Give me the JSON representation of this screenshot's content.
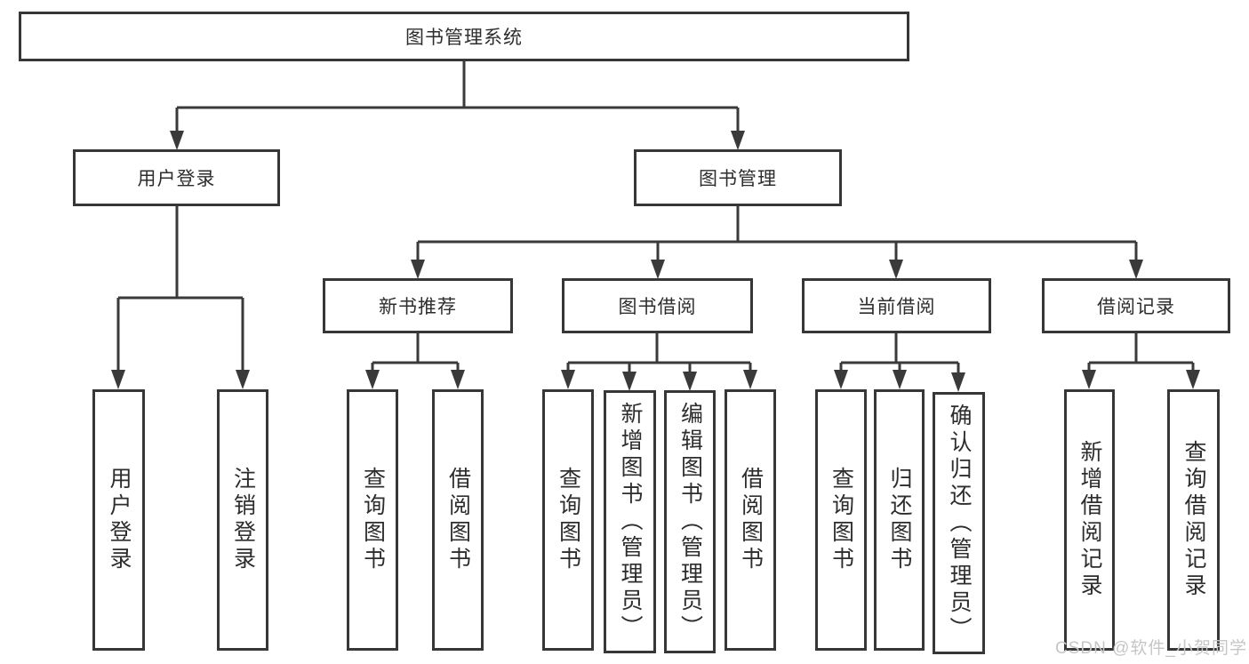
{
  "root": {
    "label": "图书管理系统"
  },
  "branches": [
    {
      "label": "用户登录",
      "children": [
        {
          "label": "用户登录"
        },
        {
          "label": "注销登录"
        }
      ]
    },
    {
      "label": "图书管理",
      "children": [
        {
          "label": "新书推荐",
          "children": [
            {
              "label": "查询图书"
            },
            {
              "label": "借阅图书"
            }
          ]
        },
        {
          "label": "图书借阅",
          "children": [
            {
              "label": "查询图书"
            },
            {
              "label": "新增图书（管理员）"
            },
            {
              "label": "编辑图书（管理员）"
            },
            {
              "label": "借阅图书"
            }
          ]
        },
        {
          "label": "当前借阅",
          "children": [
            {
              "label": "查询图书"
            },
            {
              "label": "归还图书"
            },
            {
              "label": "确认归还（管理员）"
            }
          ]
        },
        {
          "label": "借阅记录",
          "children": [
            {
              "label": "新增借阅记录"
            },
            {
              "label": "查询借阅记录"
            }
          ]
        }
      ]
    }
  ],
  "watermark": {
    "text": "CSDN @软件_小贺同学"
  },
  "colors": {
    "line": "#3a3a3a",
    "box_border": "#373737",
    "text": "#2d2d2d",
    "watermark": "#c6c6c6",
    "background": "#ffffff"
  }
}
